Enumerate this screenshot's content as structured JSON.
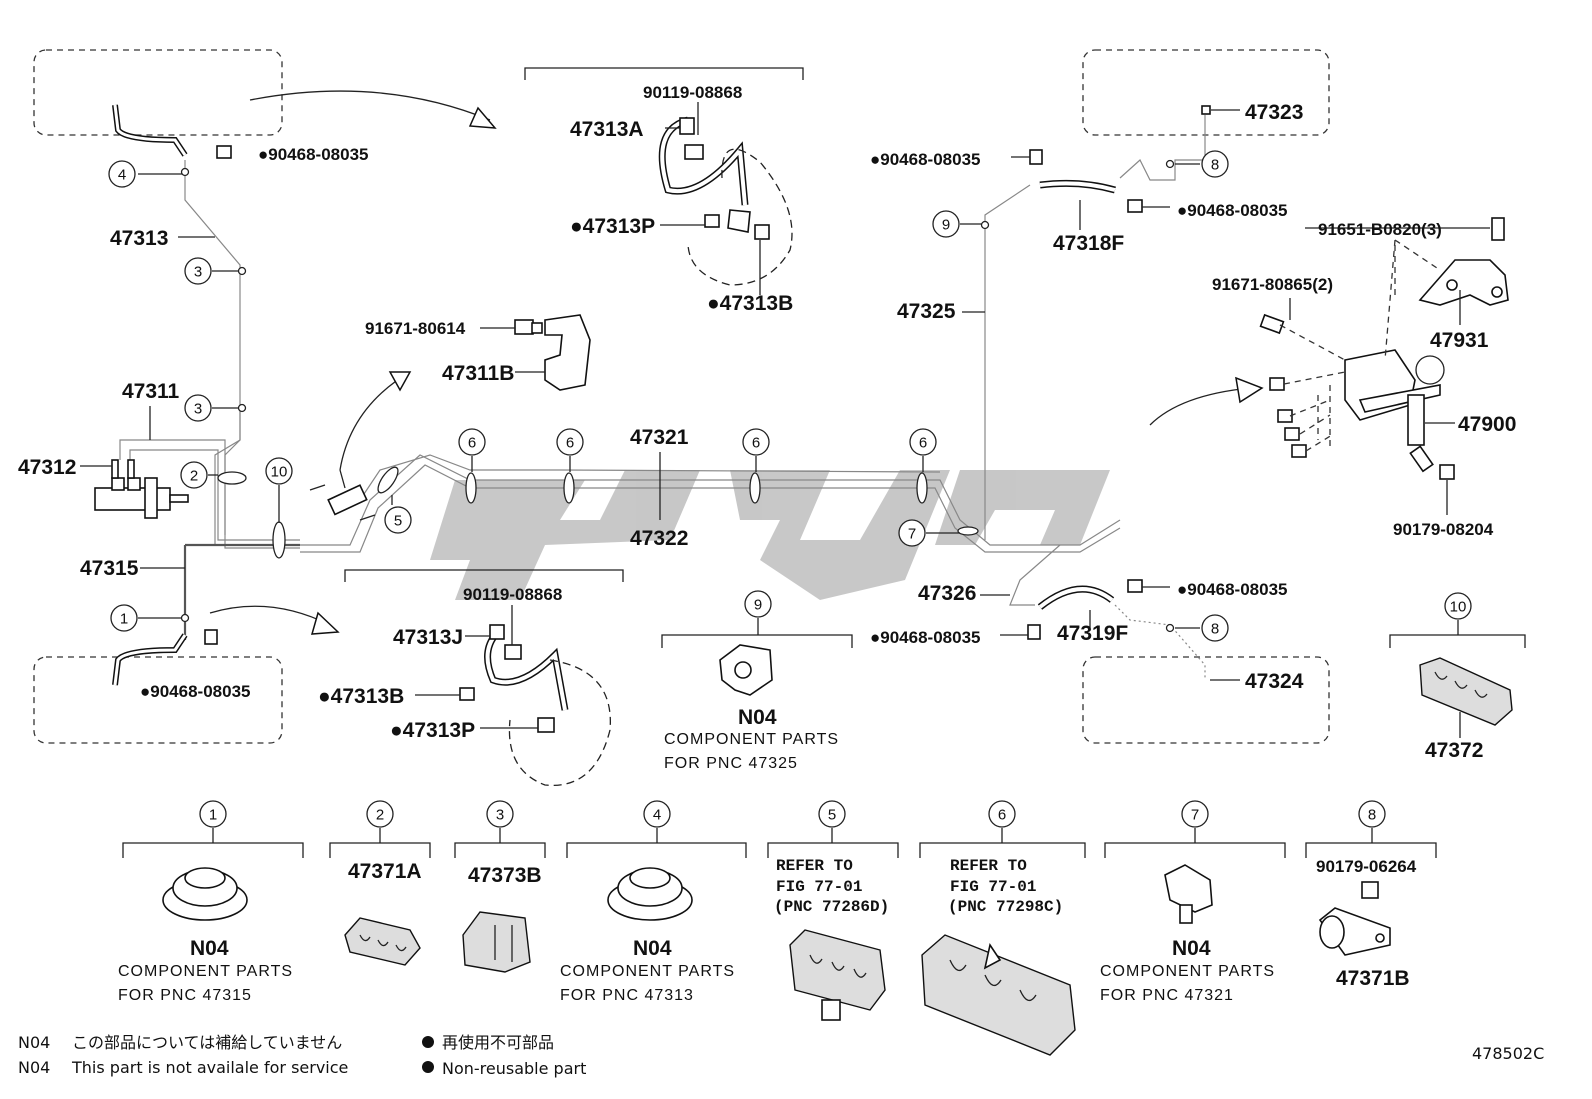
{
  "labels": {
    "p47313": "47313",
    "p47311": "47311",
    "p47312": "47312",
    "p47315": "47315",
    "p47313A": "47313A",
    "p47313P_top": "●47313P",
    "p47313B_top": "●47313B",
    "p90119_top": "90119-08868",
    "p91671_80614": "91671-80614",
    "p47311B": "47311B",
    "p47321": "47321",
    "p47322": "47322",
    "p90468_a": "●90468-08035",
    "p90468_b": "●90468-08035",
    "p90468_c": "●90468-08035",
    "p90468_d": "●90468-08035",
    "p90468_e": "●90468-08035",
    "p90468_f": "●90468-08035",
    "p47323": "47323",
    "p47318F": "47318F",
    "p47325": "47325",
    "p91651": "91651-B0820(3)",
    "p91671_80865": "91671-80865(2)",
    "p47931": "47931",
    "p47900": "47900",
    "p90179_08204": "90179-08204",
    "p47326": "47326",
    "p47319F": "47319F",
    "p47324": "47324",
    "p47372": "47372",
    "p90119_bot": "90119-08868",
    "p47313J": "47313J",
    "p47313B_bot": "●47313B",
    "p47313P_bot": "●47313P",
    "n04": "N04",
    "comp": "COMPONENT PARTS",
    "for47325": "FOR PNC 47325",
    "for47315": "FOR PNC 47315",
    "for47313": "FOR PNC 47313",
    "for47321": "FOR PNC 47321",
    "p47371A": "47371A",
    "p47373B": "47373B",
    "refer": "REFER TO",
    "fig": "FIG 77-01",
    "pnc77286d": "(PNC 77286D)",
    "pnc77298c": "(PNC 77298C)",
    "p90179_06264": "90179-06264",
    "p47371B": "47371B",
    "diagram_id": "478502C"
  },
  "callouts": [
    "1",
    "2",
    "3",
    "4",
    "5",
    "6",
    "7",
    "8",
    "9",
    "10"
  ],
  "legend": {
    "n04_code": "N04",
    "n04_jp": "この部品については補給していません",
    "n04_en": "This part is not availale for service",
    "dot_jp": "再使用不可部品",
    "dot_en": "Non-reusable part"
  }
}
